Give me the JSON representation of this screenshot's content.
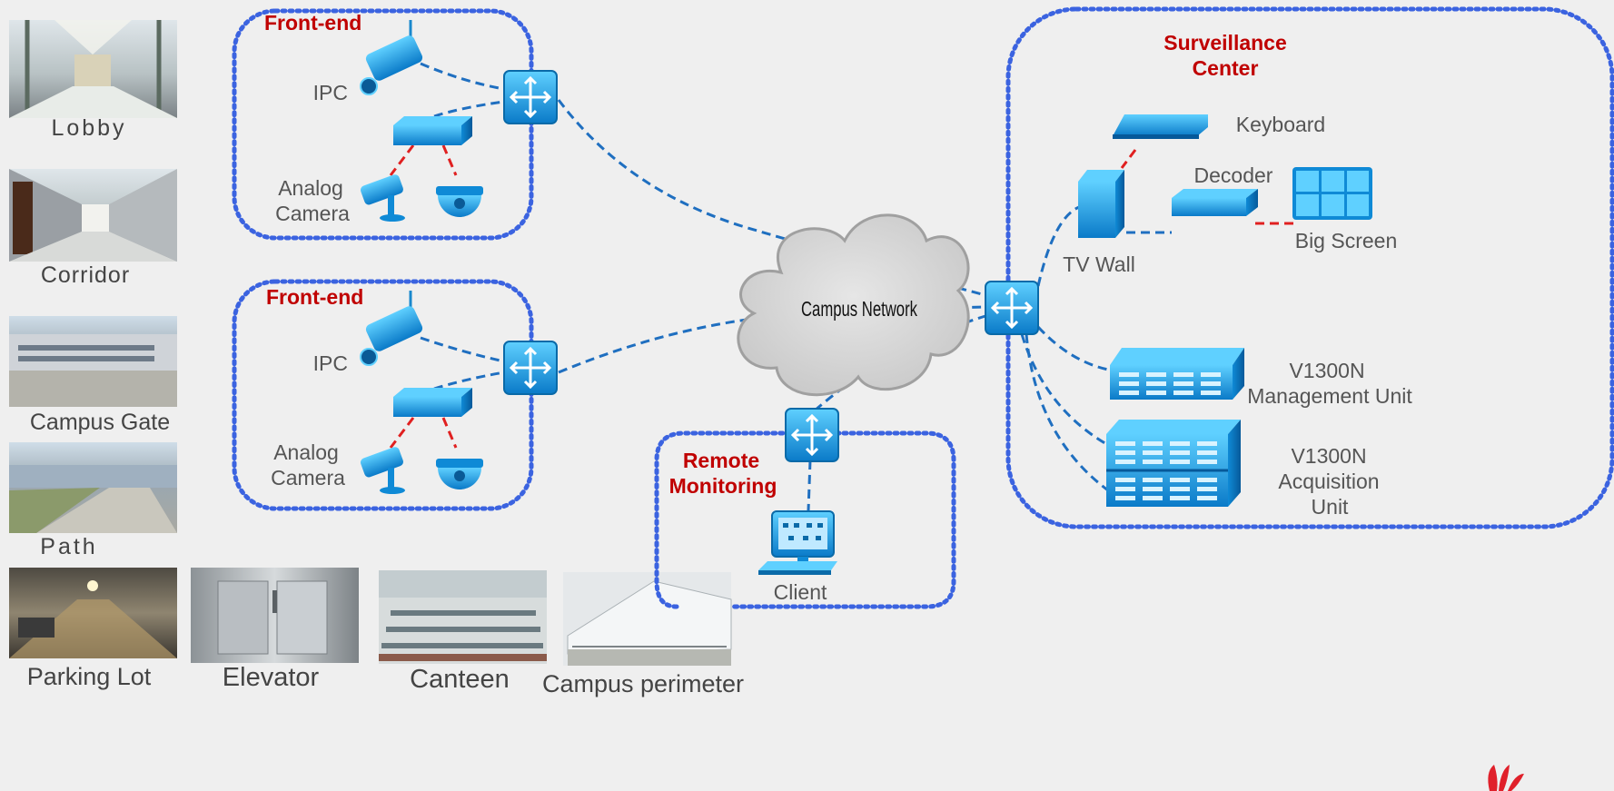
{
  "zones": {
    "frontend_1_title": "Front-end",
    "frontend_2_title": "Front-end",
    "surveillance_title_line1": "Surveillance",
    "surveillance_title_line2": "Center",
    "remote_title_line1": "Remote",
    "remote_title_line2": "Monitoring"
  },
  "devices": {
    "ipc_1": "IPC",
    "ipc_2": "IPC",
    "analog_1_line1": "Analog",
    "analog_1_line2": "Camera",
    "analog_2_line1": "Analog",
    "analog_2_line2": "Camera",
    "campus_network": "Campus Network",
    "keyboard": "Keyboard",
    "decoder": "Decoder",
    "tv_wall": "TV Wall",
    "big_screen": "Big Screen",
    "mgmt_line1": "V1300N",
    "mgmt_line2": "Management Unit",
    "acq_line1": "V1300N",
    "acq_line2": "Acquisition",
    "acq_line3": "Unit",
    "client": "Client"
  },
  "photos": {
    "lobby": "Lobby",
    "corridor": "Corridor",
    "campus_gate": "Campus Gate",
    "path": "Path",
    "parking_lot": "Parking Lot",
    "elevator": "Elevator",
    "canteen": "Canteen",
    "campus_perimeter": "Campus perimeter"
  },
  "colors": {
    "zone_border": "#3b63e0",
    "link_blue": "#1f6fc0",
    "link_red": "#e02020",
    "device_blue": "#1e9be0",
    "zone_title_red": "#c00000"
  }
}
